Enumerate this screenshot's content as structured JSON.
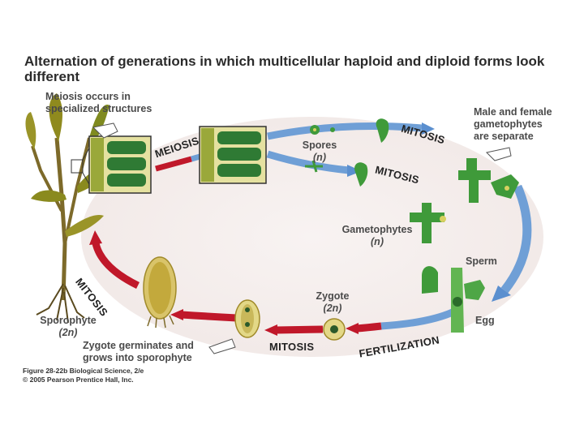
{
  "title": "Alternation of generations in which multicellular haploid and diploid forms look different",
  "labels": {
    "meiosis_occurs_line1": "Meiosis occurs in",
    "meiosis_occurs_line2": "specialized structures",
    "male_female_line1": "Male and female",
    "male_female_line2": "gametophytes",
    "male_female_line3": "are separate",
    "spores": "Spores",
    "spores_ploidy": "(n)",
    "gametophytes": "Gametophytes",
    "gametophytes_ploidy": "(n)",
    "sperm": "Sperm",
    "egg": "Egg",
    "zygote": "Zygote",
    "zygote_ploidy": "(2n)",
    "sporophyte": "Sporophyte",
    "sporophyte_ploidy": "(2n)",
    "zygote_germinates_line1": "Zygote germinates and",
    "zygote_germinates_line2": "grows into sporophyte"
  },
  "stages": {
    "meiosis": "MEIOSIS",
    "mitosis_top": "MITOSIS",
    "mitosis_middle": "MITOSIS",
    "mitosis_left": "MITOSIS",
    "mitosis_bottom": "MITOSIS",
    "fertilization": "FERTILIZATION"
  },
  "caption": {
    "line1": "Figure 28-22b  Biological Science, 2/e",
    "line2": "© 2005 Pearson Prentice Hall, Inc."
  },
  "colors": {
    "haploid_arrow": "#6f9fd6",
    "diploid_arrow": "#c0182a",
    "cycle_background": "#f6f0ef",
    "algae_green": "#3f9a3a",
    "kelp_olive": "#8a8a1e",
    "cell_yellow": "#e3d887"
  }
}
